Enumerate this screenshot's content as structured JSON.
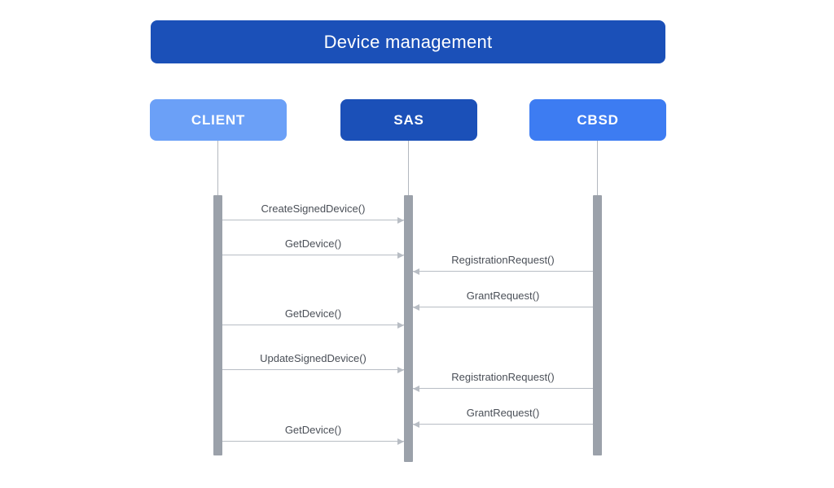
{
  "title": "Device management",
  "actors": [
    {
      "name": "CLIENT",
      "color": "#6ba0f7"
    },
    {
      "name": "SAS",
      "color": "#1b50b8"
    },
    {
      "name": "CBSD",
      "color": "#3d7cf2"
    }
  ],
  "colors": {
    "title_bg": "#1b50b8",
    "lifeline_bar": "#9ba1aa",
    "arrow": "#b8bdc4",
    "message_text": "#4a4f57",
    "background": "#ffffff"
  },
  "diagram_type": "sequence",
  "messages": [
    {
      "from": "CLIENT",
      "to": "SAS",
      "label": "CreateSignedDevice()"
    },
    {
      "from": "CLIENT",
      "to": "SAS",
      "label": "GetDevice()"
    },
    {
      "from": "CBSD",
      "to": "SAS",
      "label": "RegistrationRequest()"
    },
    {
      "from": "CBSD",
      "to": "SAS",
      "label": "GrantRequest()"
    },
    {
      "from": "CLIENT",
      "to": "SAS",
      "label": "GetDevice()"
    },
    {
      "from": "CLIENT",
      "to": "SAS",
      "label": "UpdateSignedDevice()"
    },
    {
      "from": "CBSD",
      "to": "SAS",
      "label": "RegistrationRequest()"
    },
    {
      "from": "CBSD",
      "to": "SAS",
      "label": "GrantRequest()"
    },
    {
      "from": "CLIENT",
      "to": "SAS",
      "label": "GetDevice()"
    }
  ]
}
